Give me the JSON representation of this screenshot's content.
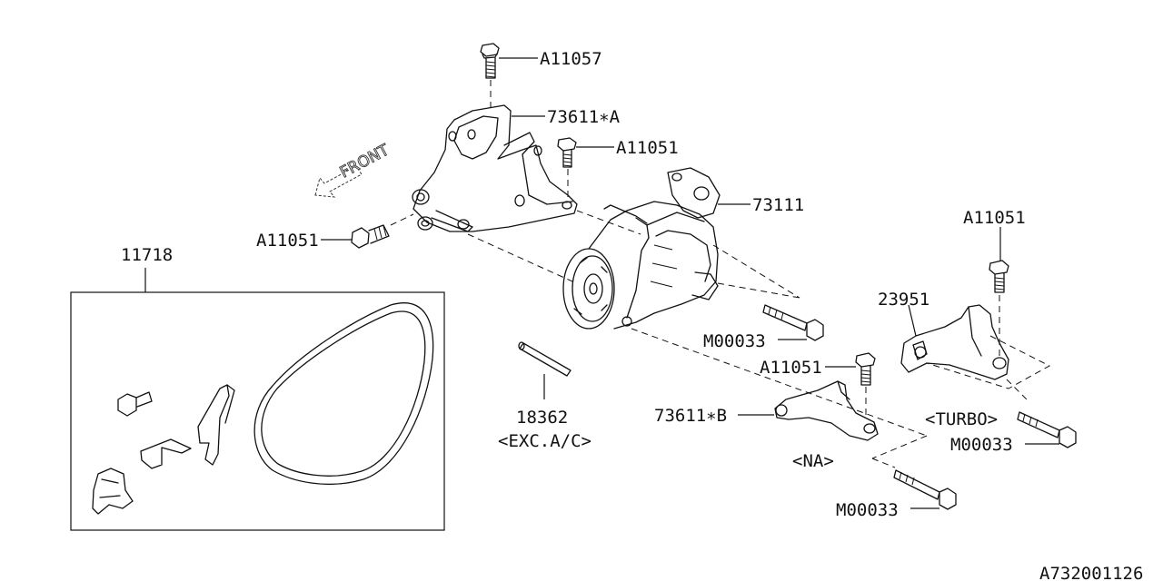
{
  "diagram_id": "A732001126",
  "front_label": "FRONT",
  "callouts": {
    "a11057": "A11057",
    "p73611a": "73611∗A",
    "a11051_top": "A11051",
    "a11051_left": "A11051",
    "p73111": "73111",
    "a11051_right": "A11051",
    "p23951": "23951",
    "p11718": "11718",
    "m00033_mid": "M00033",
    "a11051_mid": "A11051",
    "p18362": "18362",
    "exc_ac": "<EXC.A/C>",
    "p73611b": "73611∗B",
    "turbo": "<TURBO>",
    "m00033_right": "M00033",
    "na": "<NA>",
    "m00033_bottom": "M00033"
  }
}
